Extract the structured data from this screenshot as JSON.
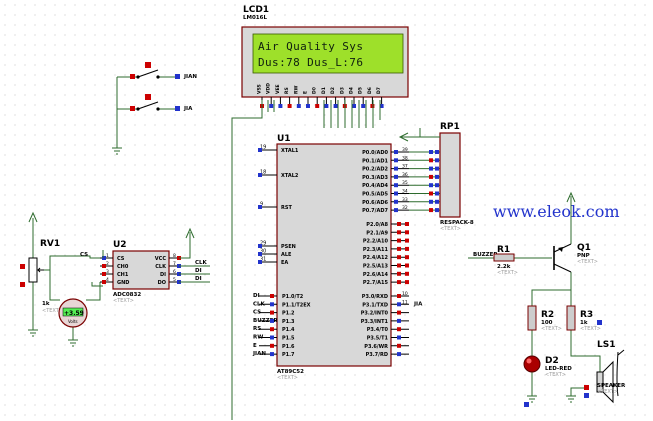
{
  "watermark": "www.eleok.com",
  "lcd": {
    "ref": "LCD1",
    "model": "LM016L",
    "line1": "Air Quality Sys",
    "line2": "Dus:78  Dus_L:76",
    "pins": [
      "VSS",
      "VDD",
      "VEE",
      "RS",
      "RW",
      "E",
      "D0",
      "D1",
      "D2",
      "D3",
      "D4",
      "D5",
      "D6",
      "D7"
    ]
  },
  "mcu": {
    "ref": "U1",
    "part": "AT89C52",
    "text_tag": "<TEXT>",
    "left_pins": [
      {
        "num": "19",
        "name": "XTAL1"
      },
      {
        "num": "18",
        "name": "XTAL2"
      },
      {
        "num": "9",
        "name": "RST"
      },
      {
        "num": "29",
        "name": "PSEN"
      },
      {
        "num": "30",
        "name": "ALE"
      },
      {
        "num": "31",
        "name": "EA"
      }
    ],
    "p1_pins": [
      "P1.0/T2",
      "P1.1/T2EX",
      "P1.2",
      "P1.3",
      "P1.4",
      "P1.5",
      "P1.6",
      "P1.7"
    ],
    "p0_pins": [
      "P0.0/AD0",
      "P0.1/AD1",
      "P0.2/AD2",
      "P0.3/AD3",
      "P0.4/AD4",
      "P0.5/AD5",
      "P0.6/AD6",
      "P0.7/AD7"
    ],
    "p2_pins": [
      "P2.0/A8",
      "P2.1/A9",
      "P2.2/A10",
      "P2.3/A11",
      "P2.4/A12",
      "P2.5/A13",
      "P2.6/A14",
      "P2.7/A15"
    ],
    "p3_pins": [
      "P3.0/RXD",
      "P3.1/TXD",
      "P3.2/INT0",
      "P3.3/INT1",
      "P3.4/T0",
      "P3.5/T1",
      "P3.6/WR",
      "P3.7/RD"
    ],
    "p1_nets": [
      "DI",
      "CLK",
      "CS",
      "BUZZER",
      "RS",
      "RW",
      "E",
      "JIAN"
    ],
    "p3_nets": [
      "",
      "JIA"
    ],
    "p0_nums": [
      "39",
      "38",
      "37",
      "36",
      "35",
      "34",
      "33",
      "32"
    ],
    "p3_nums": [
      "10",
      "11"
    ]
  },
  "rp1": {
    "ref": "RP1",
    "part": "RESPACK-8",
    "text_tag": "<TEXT>"
  },
  "adc": {
    "ref": "U2",
    "part": "ADC0832",
    "text_tag": "<TEXT>",
    "left_pins": [
      "CS",
      "CH0",
      "CH1",
      "GND"
    ],
    "right_pins": [
      "VCC",
      "CLK",
      "DI",
      "DO"
    ],
    "left_nums": [
      "1",
      "2",
      "3",
      "4"
    ],
    "right_nums": [
      "8",
      "7",
      "6",
      "5"
    ],
    "nets": [
      "CS",
      "CLK",
      "DI",
      "DI"
    ]
  },
  "rv1": {
    "ref": "RV1",
    "value": "1k",
    "text_tag": "<TEXT>"
  },
  "meter": {
    "reading": "+3.59",
    "unit": "Volts"
  },
  "buttons": [
    {
      "net": "JIAN"
    },
    {
      "net": "JIA"
    }
  ],
  "r1": {
    "ref": "R1",
    "value": "2.2k",
    "text_tag": "<TEXT>",
    "net": "BUZZER"
  },
  "q1": {
    "ref": "Q1",
    "part": "PNP",
    "text_tag": "<TEXT>"
  },
  "r2": {
    "ref": "R2",
    "value": "100",
    "text_tag": "<TEXT>"
  },
  "r3": {
    "ref": "R3",
    "value": "1k",
    "text_tag": "<TEXT>"
  },
  "d2": {
    "ref": "D2",
    "part": "LED-RED",
    "text_tag": "<TEXT>"
  },
  "ls1": {
    "ref": "LS1",
    "part": "SPEAKER",
    "text_tag": "<TEXT>"
  }
}
